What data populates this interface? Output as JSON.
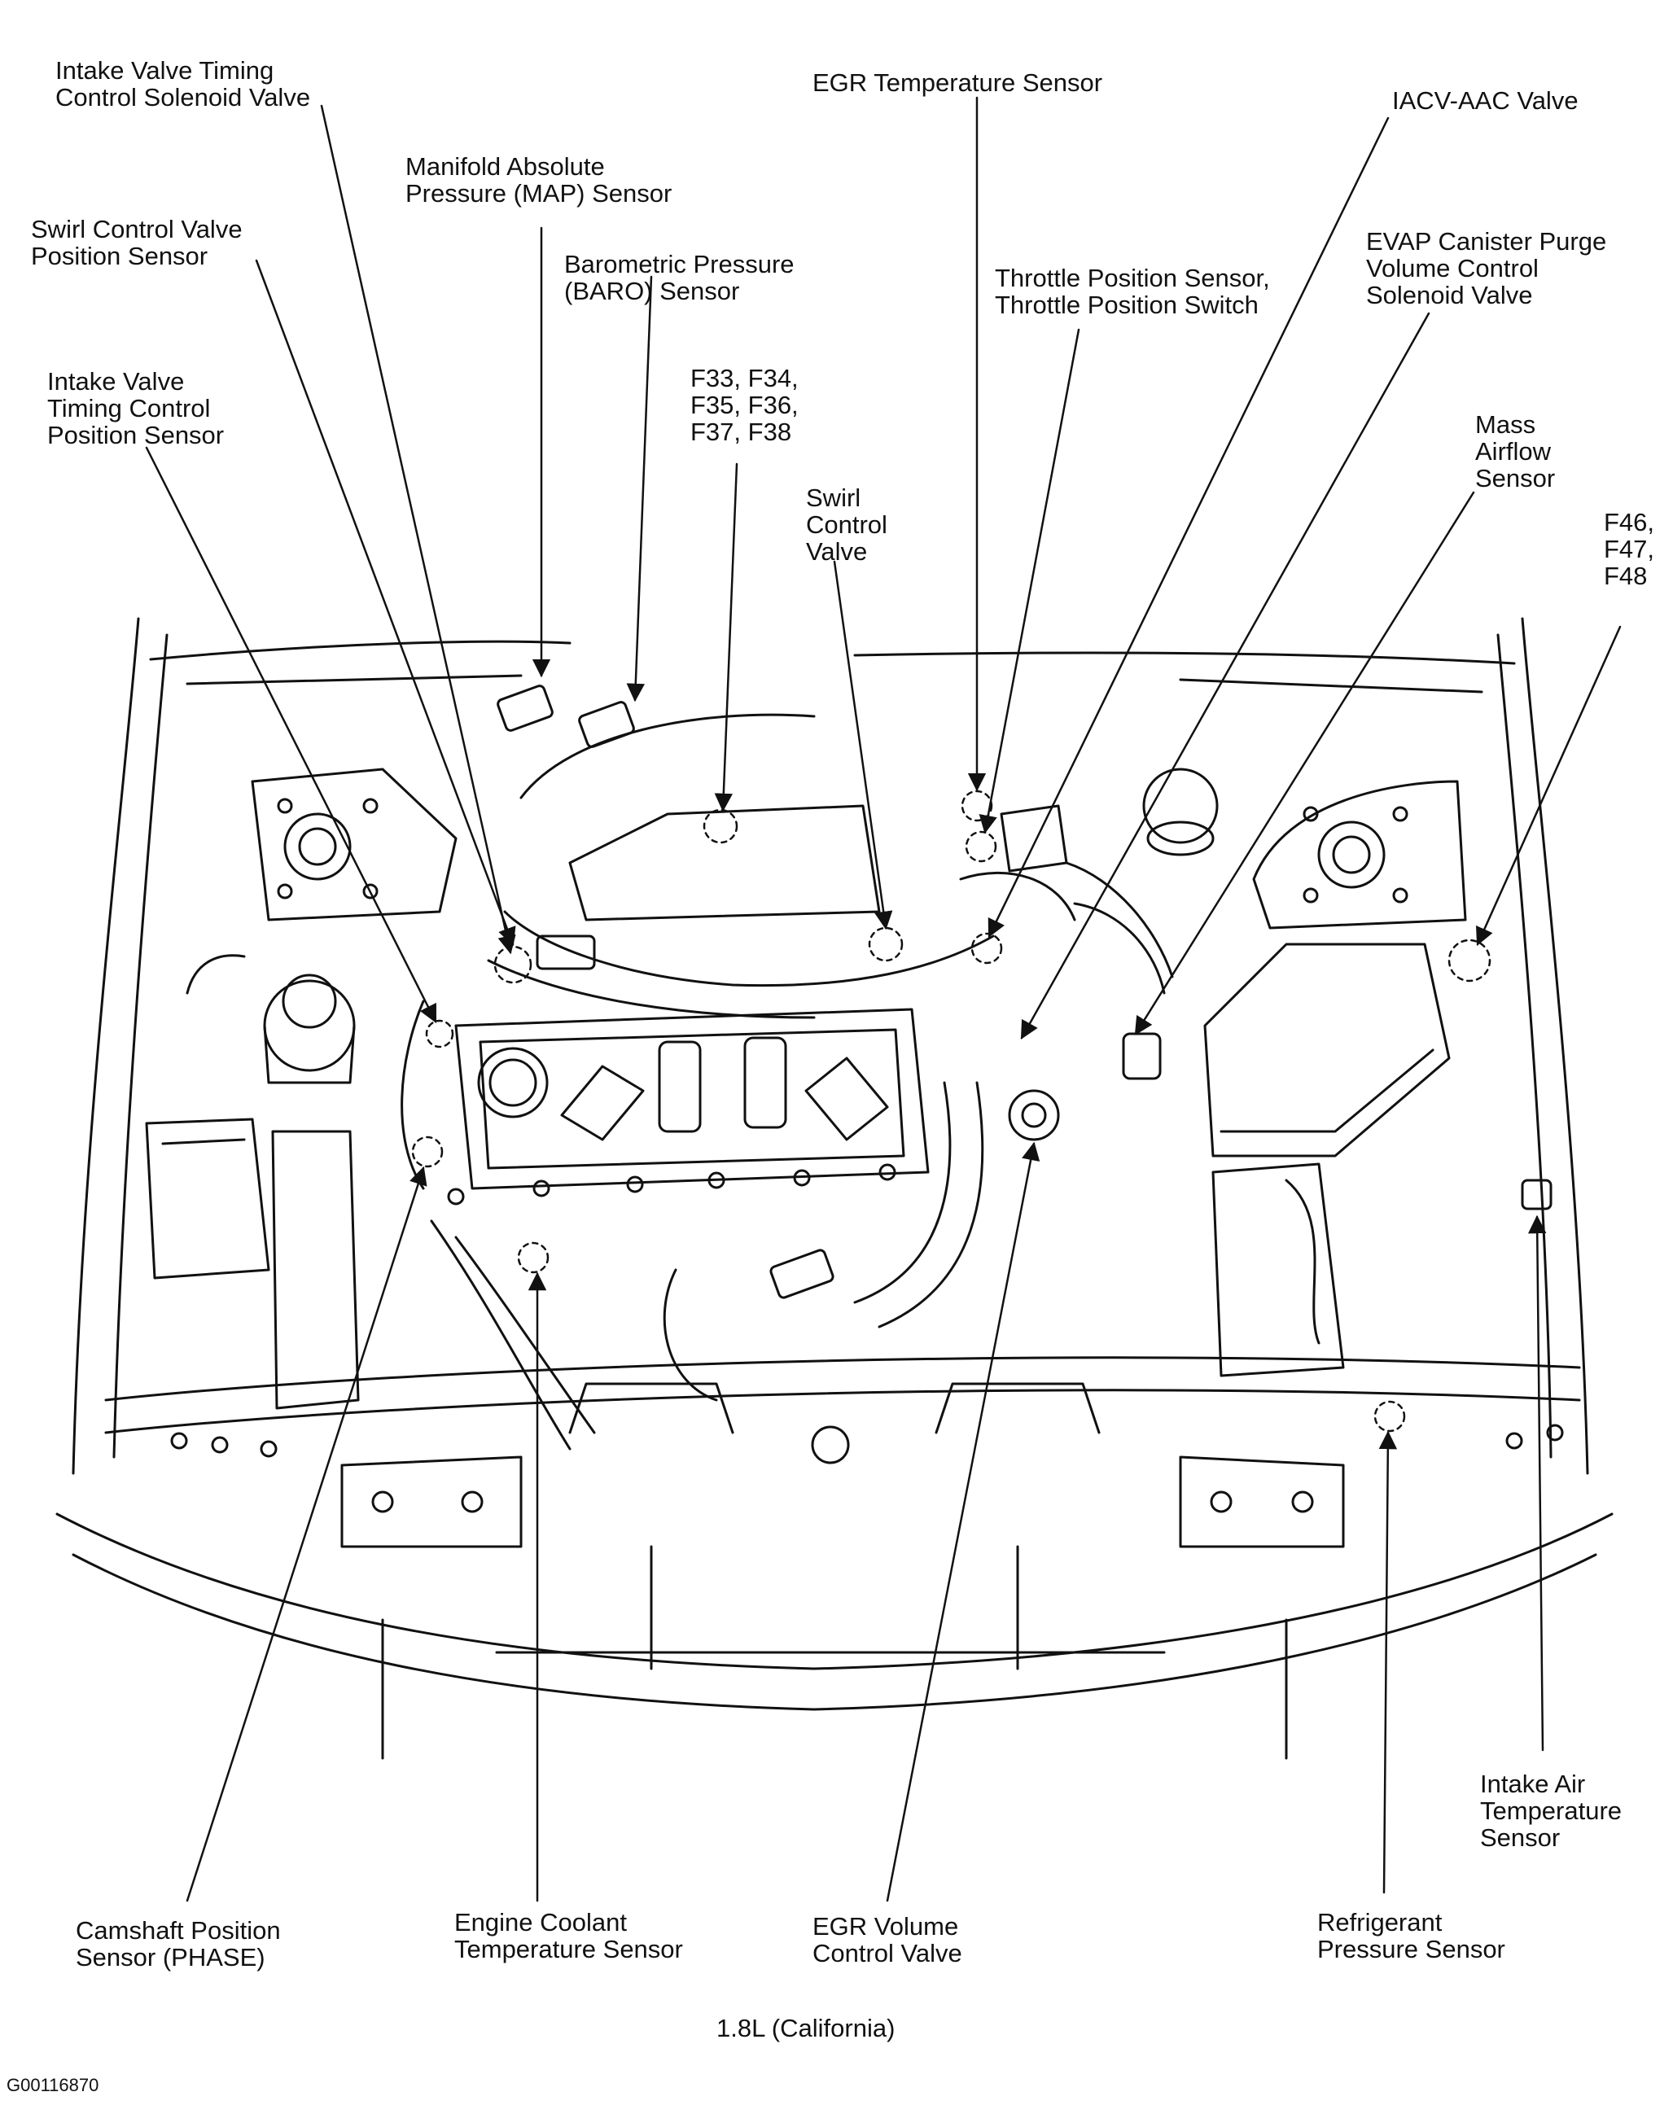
{
  "labels": {
    "ivt_solenoid": "Intake Valve Timing\nControl Solenoid Valve",
    "map_sensor": "Manifold Absolute\nPressure (MAP) Sensor",
    "swirl_pos_sensor": "Swirl Control Valve\nPosition Sensor",
    "baro_sensor": "Barometric Pressure\n(BARO) Sensor",
    "ivt_pos_sensor": "Intake Valve\nTiming Control\nPosition Sensor",
    "fuses_f33": "F33, F34,\nF35, F36,\nF37, F38",
    "swirl_valve": "Swirl\nControl\nValve",
    "egr_temp_sensor": "EGR Temperature Sensor",
    "throttle_sensor": "Throttle Position Sensor,\nThrottle Position Switch",
    "iacv": "IACV-AAC Valve",
    "evap_valve": "EVAP Canister Purge\nVolume Control\nSolenoid Valve",
    "maf_sensor": "Mass\nAirflow\nSensor",
    "fuses_f46": "F46,\nF47,\nF48",
    "iat_sensor": "Intake Air\nTemperature\nSensor",
    "refrigerant_sensor": "Refrigerant\nPressure Sensor",
    "egr_volume_valve": "EGR Volume\nControl Valve",
    "ect_sensor": "Engine Coolant\nTemperature Sensor",
    "camshaft_sensor": "Camshaft Position\nSensor (PHASE)"
  },
  "caption": "1.8L (California)",
  "figure_code": "G00116870"
}
